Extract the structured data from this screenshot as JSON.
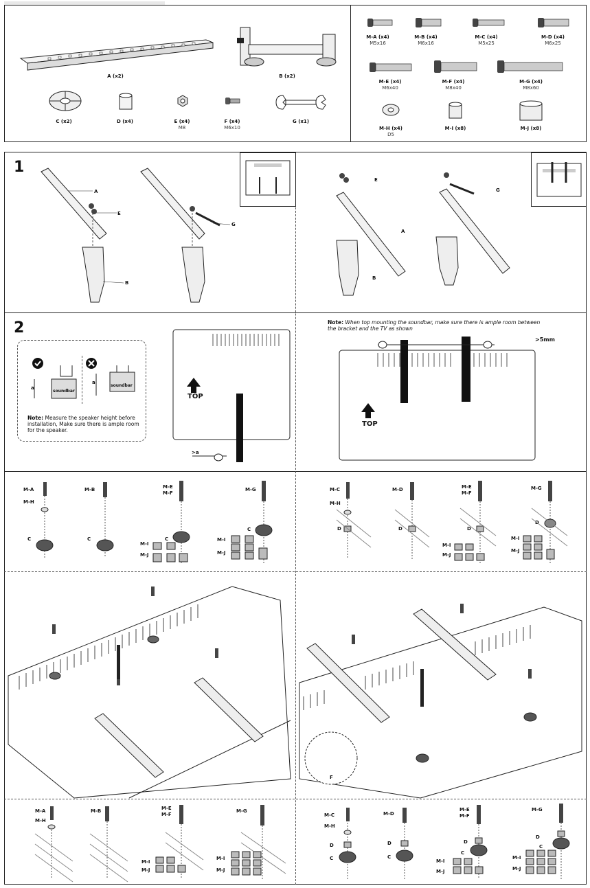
{
  "header_strip": "",
  "parts_left": [
    {
      "label": "A (x2)",
      "spec": ""
    },
    {
      "label": "B (x2)",
      "spec": ""
    },
    {
      "label": "C (x2)",
      "spec": ""
    },
    {
      "label": "D (x4)",
      "spec": ""
    },
    {
      "label": "E (x4)",
      "spec": "M8"
    },
    {
      "label": "F (x4)",
      "spec": "M6x10"
    },
    {
      "label": "G (x1)",
      "spec": ""
    }
  ],
  "parts_right": [
    {
      "label": "M-A (x4)",
      "spec": "M5x16"
    },
    {
      "label": "M-B (x4)",
      "spec": "M6x16"
    },
    {
      "label": "M-C (x4)",
      "spec": "M5x25"
    },
    {
      "label": "M-D (x4)",
      "spec": "M6x25"
    },
    {
      "label": "M-E (x4)",
      "spec": "M6x40"
    },
    {
      "label": "M-F (x4)",
      "spec": "M8x40"
    },
    {
      "label": "M-G (x4)",
      "spec": "M8x60"
    },
    {
      "label": "M-H (x4)",
      "spec": "D5"
    },
    {
      "label": "M-I (x8)",
      "spec": ""
    },
    {
      "label": "M-J (x8)",
      "spec": ""
    }
  ],
  "step1": {
    "number": "1",
    "labels": {
      "a": "A",
      "e": "E",
      "g": "G",
      "b": "B"
    }
  },
  "step2": {
    "number": "2",
    "soundbar": "soundbar",
    "dim_a": "a",
    "note_bold": "Note:",
    "note_text": "Measure the speaker height before installation, Make sure there is ample room for the speaker.",
    "top": "TOP",
    "gt_a": ">a",
    "right_note_bold": "Note:",
    "right_note_text": "When top mounting the soundbar, make sure there is ample room between the bracket and the TV as shown",
    "gt_5mm": ">5mm"
  },
  "step3_left": [
    {
      "screws": [
        "M-A"
      ],
      "washer": "M-H",
      "c": "C"
    },
    {
      "screws": [
        "M-B"
      ],
      "c": "C"
    },
    {
      "screws": [
        "M-E",
        "M-F"
      ],
      "c": "C",
      "i": "M-I",
      "j": "M-J"
    },
    {
      "screws": [
        "M-G"
      ],
      "c": "C",
      "i": "M-I",
      "j": "M-J"
    }
  ],
  "step3_right": [
    {
      "screws": [
        "M-C"
      ],
      "washer": "M-H",
      "d": "D"
    },
    {
      "screws": [
        "M-D"
      ],
      "d": "D"
    },
    {
      "screws": [
        "M-E",
        "M-F"
      ],
      "d": "D",
      "i": "M-I",
      "j": "M-J"
    },
    {
      "screws": [
        "M-G"
      ],
      "d": "D",
      "i": "M-I",
      "j": "M-J"
    }
  ],
  "mid_f": "F",
  "bottom_left": [
    {
      "screws": [
        "M-A"
      ],
      "washer": "M-H"
    },
    {
      "screws": [
        "M-B"
      ]
    },
    {
      "screws": [
        "M-E",
        "M-F"
      ],
      "i": "M-I",
      "j": "M-J"
    },
    {
      "screws": [
        "M-G"
      ],
      "i": "M-I",
      "j": "M-J"
    }
  ],
  "bottom_right": [
    {
      "screws": [
        "M-C"
      ],
      "washer": "M-H",
      "d": "D",
      "c": "C"
    },
    {
      "screws": [
        "M-D"
      ],
      "d": "D",
      "c": "C"
    },
    {
      "screws": [
        "M-E",
        "M-F"
      ],
      "d": "D",
      "c": "C",
      "i": "M-I",
      "j": "M-J"
    },
    {
      "screws": [
        "M-G"
      ],
      "d": "D",
      "c": "C",
      "i": "M-I",
      "j": "M-J"
    }
  ]
}
